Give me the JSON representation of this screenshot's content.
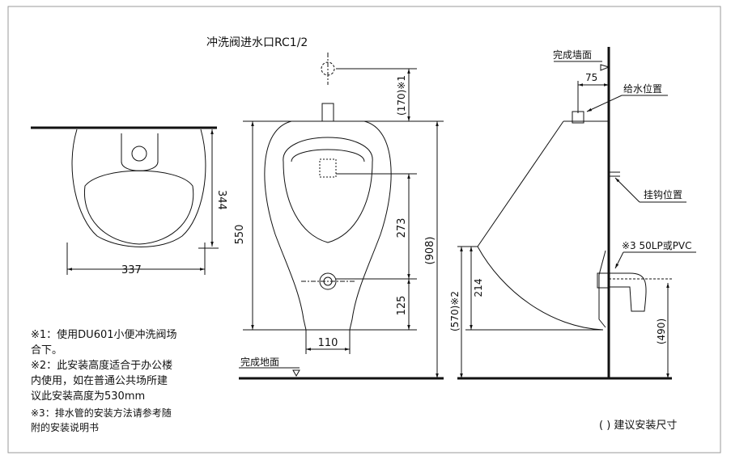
{
  "front_view": {
    "inlet_label": "冲洗阀进水口RC1/2",
    "dims": {
      "height": "550",
      "inlet_offset": "(170)※1",
      "spud_height": "273",
      "outlet_height": "125",
      "outlet_width": "110",
      "total": "(908)"
    },
    "floor_label": "完成地面"
  },
  "top_view": {
    "dims": {
      "width": "337",
      "depth": "344"
    }
  },
  "side_view": {
    "wall_label": "完成墙面",
    "offset": "75",
    "supply_label": "给水位置",
    "hanger_label": "挂钩位置",
    "drain_label": "※3 50LP或PVC",
    "dims": {
      "rim_height": "(570)※2",
      "lip": "214",
      "drain_height": "(490)"
    }
  },
  "notes": [
    "※1：使用DU601小便冲洗阀场",
    "合下。",
    "※2：此安装高度适合于办公楼",
    "内使用，如在普通公共场所建",
    "议此安装高度为530mm",
    "※3：排水管的安装方法请参考随",
    "附的安装说明书"
  ],
  "legend": "( ) 建议安装尺寸"
}
